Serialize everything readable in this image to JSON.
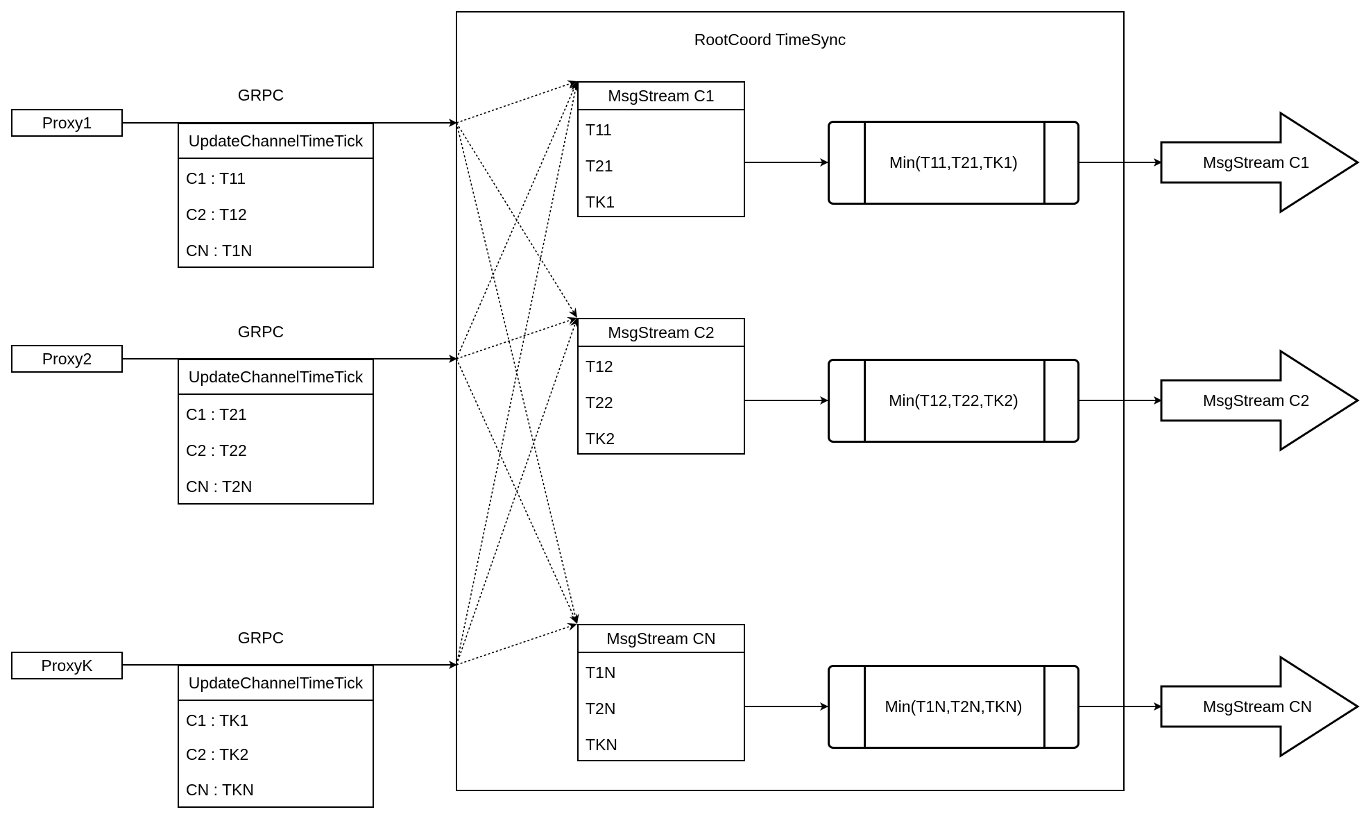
{
  "root": {
    "title": "RootCoord TimeSync"
  },
  "proxies": [
    {
      "name": "Proxy1",
      "protocol": "GRPC",
      "table_title": "UpdateChannelTimeTick",
      "rows": [
        "C1 :  T11",
        "C2 :  T12",
        "CN : T1N"
      ]
    },
    {
      "name": "Proxy2",
      "protocol": "GRPC",
      "table_title": "UpdateChannelTimeTick",
      "rows": [
        "C1 :  T21",
        "C2 :  T22",
        "CN : T2N"
      ]
    },
    {
      "name": "ProxyK",
      "protocol": "GRPC",
      "table_title": "UpdateChannelTimeTick",
      "rows": [
        "C1 :  TK1",
        "C2 :  TK2",
        "CN : TKN"
      ]
    }
  ],
  "streams": [
    {
      "name": "MsgStream C1",
      "rows": [
        "T11",
        "T21",
        "TK1"
      ],
      "min_label": "Min(T11,T21,TK1)",
      "output": "MsgStream C1"
    },
    {
      "name": "MsgStream C2",
      "rows": [
        "T12",
        "T22",
        "TK2"
      ],
      "min_label": "Min(T12,T22,TK2)",
      "output": "MsgStream C2"
    },
    {
      "name": "MsgStream CN",
      "rows": [
        "T1N",
        "T2N",
        "TKN"
      ],
      "min_label": "Min(T1N,T2N,TKN)",
      "output": "MsgStream CN"
    }
  ]
}
